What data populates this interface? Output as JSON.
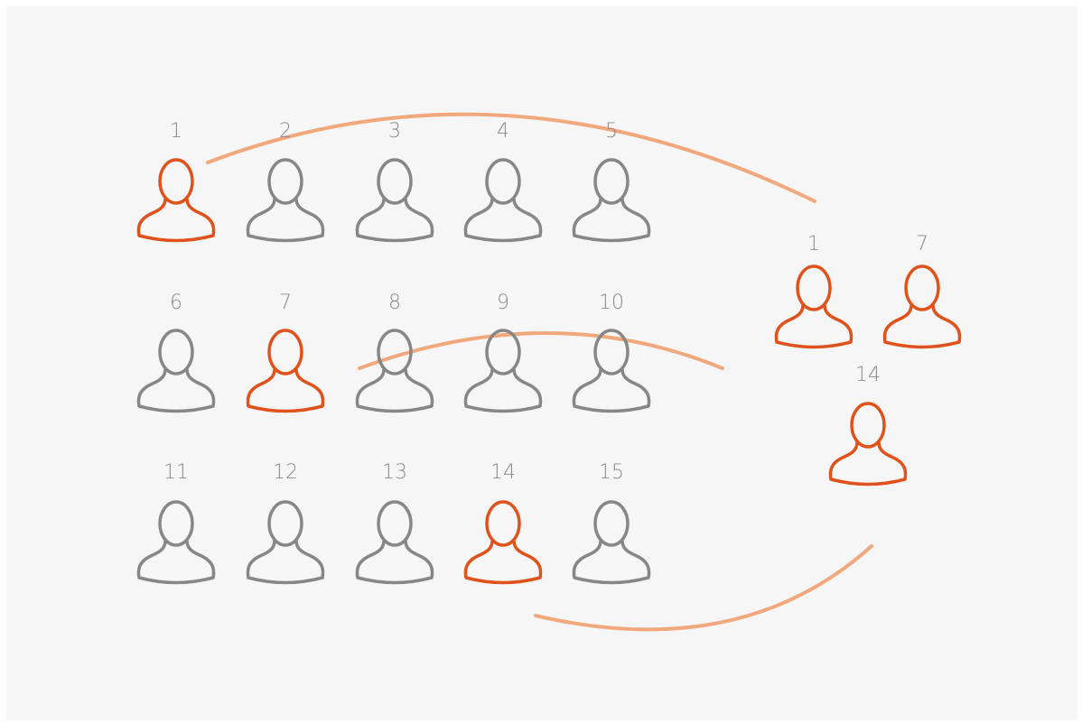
{
  "colors": {
    "background": "#f6f6f6",
    "person_default": "#878787",
    "person_selected": "#e0521c",
    "arc": "#f0a87c"
  },
  "icon": "person-outline-icon",
  "population": [
    {
      "label": "1",
      "selected": true
    },
    {
      "label": "2",
      "selected": false
    },
    {
      "label": "3",
      "selected": false
    },
    {
      "label": "4",
      "selected": false
    },
    {
      "label": "5",
      "selected": false
    },
    {
      "label": "6",
      "selected": false
    },
    {
      "label": "7",
      "selected": true
    },
    {
      "label": "8",
      "selected": false
    },
    {
      "label": "9",
      "selected": false
    },
    {
      "label": "10",
      "selected": false
    },
    {
      "label": "11",
      "selected": false
    },
    {
      "label": "12",
      "selected": false
    },
    {
      "label": "13",
      "selected": false
    },
    {
      "label": "14",
      "selected": true
    },
    {
      "label": "15",
      "selected": false
    }
  ],
  "sample": [
    {
      "label": "1"
    },
    {
      "label": "7"
    },
    {
      "label": "14"
    }
  ]
}
